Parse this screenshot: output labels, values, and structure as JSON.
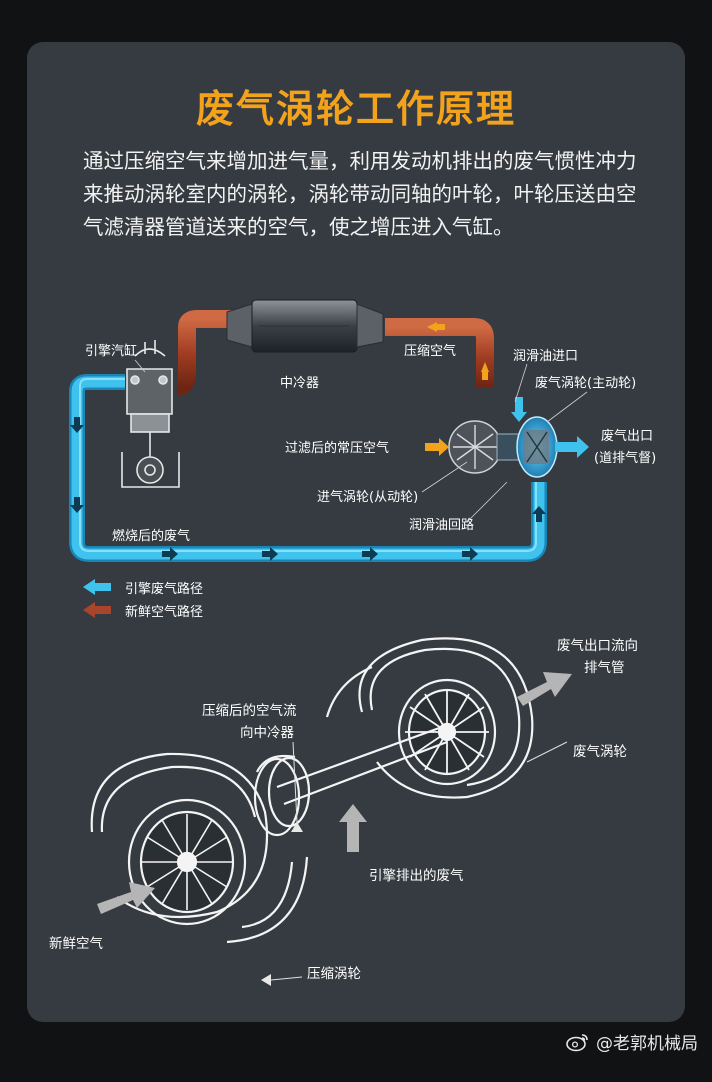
{
  "title": "废气涡轮工作原理",
  "intro": "通过压缩空气来增加进气量，利用发动机排出的废气惯性冲力来推动涡轮室内的涡轮，涡轮带动同轴的叶轮，叶轮压送由空气滤清器管道送来的空气，使之增压进入气缸。",
  "top_labels": {
    "engine_cylinder": "引擎汽缸",
    "intercooler": "中冷器",
    "compressed_air": "压缩空气",
    "oil_inlet": "润滑油进口",
    "exhaust_turbine": "废气涡轮(主动轮)",
    "filtered_air": "过滤后的常压空气",
    "exhaust_outlet": "废气出口",
    "exhaust_outlet_sub": "(道排气督)",
    "intake_turbine": "进气涡轮(从动轮)",
    "oil_return": "润滑油回路",
    "burned_exhaust": "燃烧后的废气"
  },
  "legend": {
    "exhaust_path": "引擎废气路径",
    "fresh_air_path": "新鲜空气路径"
  },
  "bottom_labels": {
    "exhaust_to_pipe_1": "废气出口流向",
    "exhaust_to_pipe_2": "排气管",
    "compressed_to_ic_1": "压缩后的空气流",
    "compressed_to_ic_2": "向中冷器",
    "exhaust_turbine": "废气涡轮",
    "engine_exhaust": "引擎排出的废气",
    "fresh_air": "新鲜空气",
    "compressor_turbine": "压缩涡轮"
  },
  "watermark": "@老郭机械局",
  "colors": {
    "title": "#f3a21c",
    "background_card": "#353b41",
    "exhaust_path": "#3fc3ee",
    "fresh_air_path": "#a8452a"
  }
}
